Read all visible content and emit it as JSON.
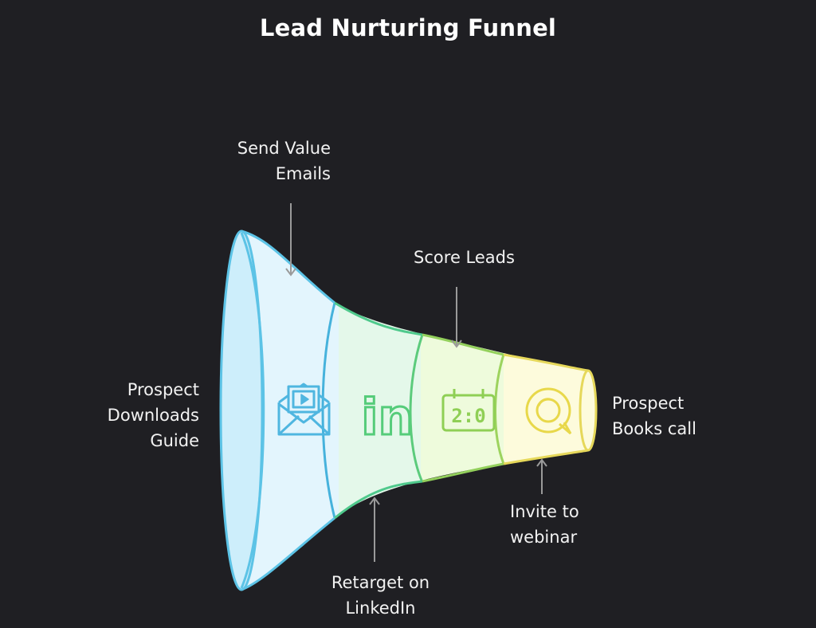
{
  "title": "Lead Nurturing Funnel",
  "stages": [
    {
      "id": "prospect-downloads-guide",
      "lines": [
        "Prospect",
        "Downloads",
        "Guide"
      ],
      "color": "#5bc6e6"
    },
    {
      "id": "send-value-emails",
      "lines": [
        "Send Value",
        "Emails"
      ],
      "icon": "video-email-icon",
      "color": "#4fb6e0"
    },
    {
      "id": "retarget-linkedin",
      "lines": [
        "Retarget on",
        "LinkedIn"
      ],
      "icon": "linkedin-icon",
      "color": "#55cc7a"
    },
    {
      "id": "score-leads",
      "lines": [
        "Score Leads"
      ],
      "icon": "scoreboard-icon",
      "color": "#8fcf55"
    },
    {
      "id": "invite-webinar",
      "lines": [
        "Invite to",
        "webinar"
      ],
      "icon": "webinar-icon",
      "color": "#e8d84a"
    },
    {
      "id": "prospect-books-call",
      "lines": [
        "Prospect",
        "Books call"
      ]
    }
  ],
  "icons": {
    "scoreboard_text": "2:0",
    "linkedin_text": "in"
  }
}
